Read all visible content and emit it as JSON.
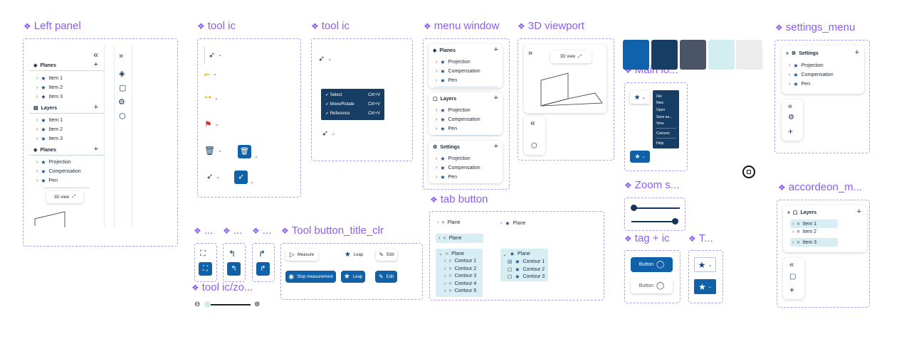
{
  "titles": {
    "left_panel": "Left panel",
    "tool_ic_1": "tool ic",
    "tool_ic_2": "tool ic",
    "menu_window": "menu window",
    "viewport": "3D viewport",
    "settings_menu": "settings_menu",
    "main_lo": "Main lo...",
    "zoom_s": "Zoom s...",
    "accordeon": "accordeon_m...",
    "tab_button": "tab button",
    "tag_ic": "tag + ic",
    "t_short": "T...",
    "dots1": "...",
    "dots2": "...",
    "dots3": "...",
    "tool_button_title": "Tool button_title_clr",
    "tool_ic_zo": "tool ic/zo..."
  },
  "left_panel": {
    "collapse": "«",
    "expand": "»",
    "sections": [
      {
        "title": "Planes",
        "items": [
          "Item 1",
          "Item 2",
          "Item 3"
        ]
      },
      {
        "title": "Layers",
        "items": [
          "Item 1",
          "Item 2",
          "Item 3"
        ]
      },
      {
        "title": "Planes",
        "items": [
          "Projection",
          "Compensation",
          "Pen"
        ]
      }
    ],
    "view_button": "3D view"
  },
  "select_menu": {
    "items": [
      {
        "label": "Select",
        "shortcut": "Ctrl+V"
      },
      {
        "label": "Move/Rotate",
        "shortcut": "Ctrl+V"
      },
      {
        "label": "Reference",
        "shortcut": "Ctrl+V"
      }
    ]
  },
  "menu_window": {
    "sections": [
      {
        "title": "Planes",
        "items": [
          "Projection",
          "Compensation",
          "Pen"
        ]
      },
      {
        "title": "Layers",
        "items": [
          "Projection",
          "Compensation",
          "Pen"
        ]
      },
      {
        "title": "Settings",
        "items": [
          "Projection",
          "Compensation",
          "Pen"
        ]
      }
    ]
  },
  "viewport": {
    "button": "3D view",
    "expand": "»",
    "collapse": "«"
  },
  "swatches": [
    "#0f62ab",
    "#163d63",
    "#4a5568",
    "#d3eef3",
    "#ececec"
  ],
  "main_menu": {
    "items": [
      "File",
      "New",
      "Open",
      "Save as...",
      "View",
      "Connect",
      "Help"
    ]
  },
  "settings_menu": {
    "title": "Settings",
    "items": [
      "Projection",
      "Compensation",
      "Pen"
    ]
  },
  "accordeon": {
    "title": "Layers",
    "items": [
      "Item 1",
      "Item 2",
      "Item 3"
    ]
  },
  "tab_button": {
    "plane": "Plane",
    "contours_a": [
      "Contour 1",
      "Contour 2",
      "Contour 3",
      "Contour 4",
      "Contour 5"
    ],
    "contours_b": [
      "Contour 1",
      "Contour 2",
      "Contour 3"
    ]
  },
  "tool_buttons": {
    "measure": "Measure",
    "leap": "Leap",
    "edit": "Edit",
    "stop": "Stop measurement"
  },
  "tag": {
    "button": "Button"
  }
}
